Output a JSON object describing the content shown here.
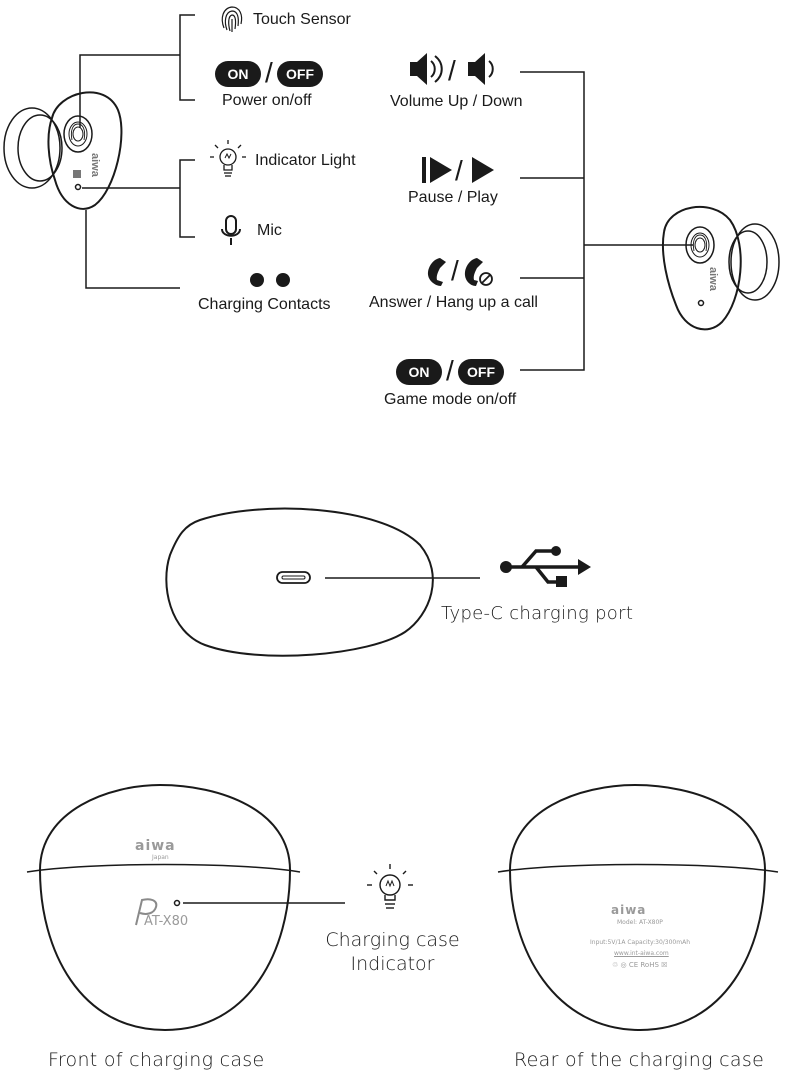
{
  "earbud": {
    "brand": "aiwa",
    "functions_left": {
      "touch_sensor": "Touch Sensor",
      "power_on": "ON",
      "power_off": "OFF",
      "power_label": "Power on/off",
      "indicator_light": "Indicator Light",
      "mic": "Mic",
      "charging_contacts": "Charging Contacts"
    },
    "functions_right": {
      "volume": "Volume Up / Down",
      "pause_play": "Pause / Play",
      "call": "Answer / Hang up a call",
      "game_on": "ON",
      "game_off": "OFF",
      "game_label": "Game mode on/off"
    }
  },
  "case_port": {
    "label": "Type-C charging port"
  },
  "case_views": {
    "front_brand": "aiwa",
    "front_sub": "Japan",
    "front_model": "AT-X80",
    "indicator_line1": "Charging case",
    "indicator_line2": "Indicator",
    "rear_brand": "aiwa",
    "rear_model": "Model: AT-X80P",
    "rear_specs": "Input:5V/1A  Capacity:30/300mAh",
    "rear_url": "www.int-aiwa.com",
    "rear_marks": "♲ ◎ CE RoHS ☒",
    "front_caption": "Front of charging case",
    "rear_caption": "Rear of the charging case"
  }
}
